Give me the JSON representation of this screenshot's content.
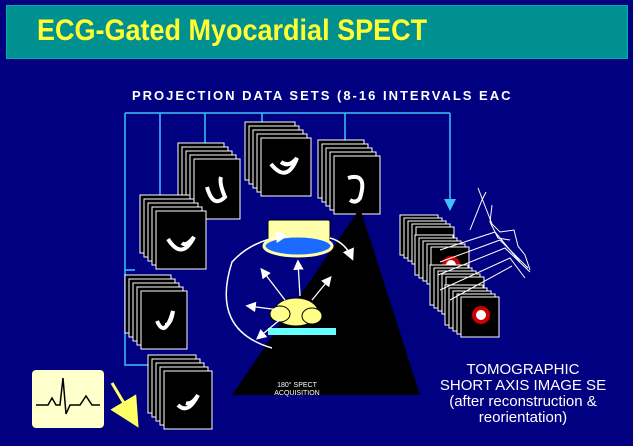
{
  "title": "ECG-Gated Myocardial SPECT",
  "projection_label": "PROJECTION DATA SETS (8-16 INTERVALS EAC",
  "tomographic_label": [
    "TOMOGRAPHIC",
    "SHORT AXIS IMAGE SE",
    "(after reconstruction &",
    "reorientation)"
  ],
  "acquisition_label": [
    "180° SPECT",
    "ACQUISITION"
  ],
  "colors": {
    "background": "#000080",
    "title_bar": "#009090",
    "title_text": "#ffff33",
    "connector_lines": "#40c0ff",
    "detector_ring": "#33aaff",
    "detector_head": "#ffffaa",
    "patient": "#ffff88",
    "table": "#66ffff",
    "slice_ring": "#cc0000",
    "ecg_panel": "#ffffcc",
    "arrow_yellow": "#ffff66"
  },
  "icons": [
    "heart-projection-icon",
    "short-axis-ring-icon",
    "ecg-trace-icon",
    "gamma-camera-icon"
  ]
}
